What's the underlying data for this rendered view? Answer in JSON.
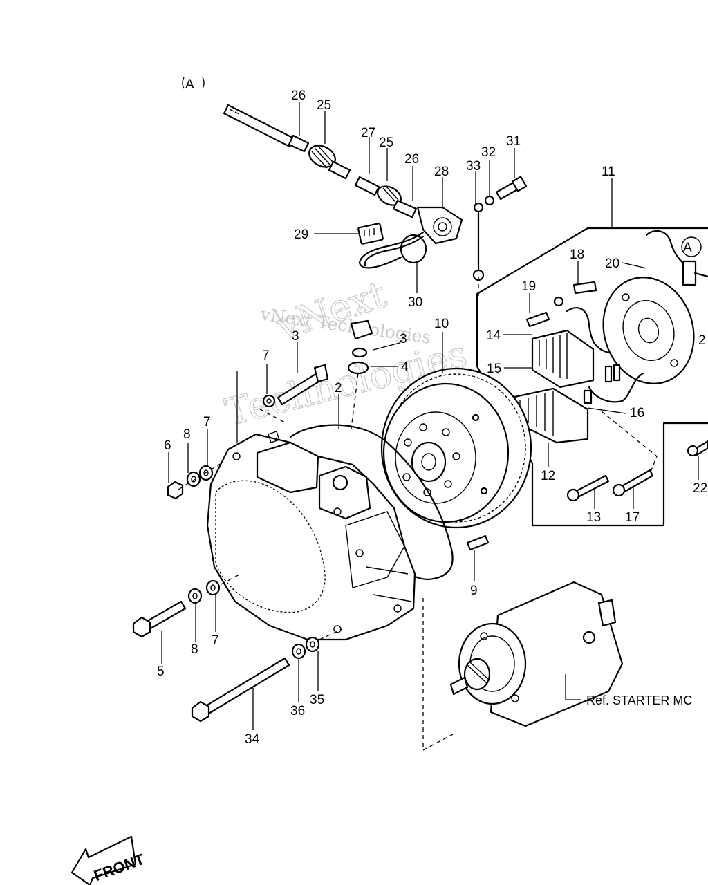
{
  "diagram": {
    "markers": {
      "a_left": "A",
      "a_right": "A"
    },
    "labels": {
      "n2": "2",
      "n3": "3",
      "n4": "4",
      "n5": "5",
      "n6": "6",
      "n7a": "7",
      "n7b": "7",
      "n7c": "7",
      "n8a": "8",
      "n8b": "8",
      "n9": "9",
      "n10": "10",
      "n11": "11",
      "n12": "12",
      "n13": "13",
      "n14": "14",
      "n15": "15",
      "n16": "16",
      "n17": "17",
      "n18": "18",
      "n19": "19",
      "n20": "20",
      "n21": "2",
      "n22": "22",
      "n25a": "25",
      "n25b": "25",
      "n26a": "26",
      "n26b": "26",
      "n27": "27",
      "n28": "28",
      "n29": "29",
      "n30": "30",
      "n31": "31",
      "n32": "32",
      "n33": "33",
      "n34": "34",
      "n35": "35",
      "n36": "36"
    },
    "reference": "Ref. STARTER MC",
    "front_badge": "FRONT",
    "watermark": {
      "line1": "vNext",
      "line2": "vNext Technologies",
      "line3": "Technologies"
    }
  }
}
